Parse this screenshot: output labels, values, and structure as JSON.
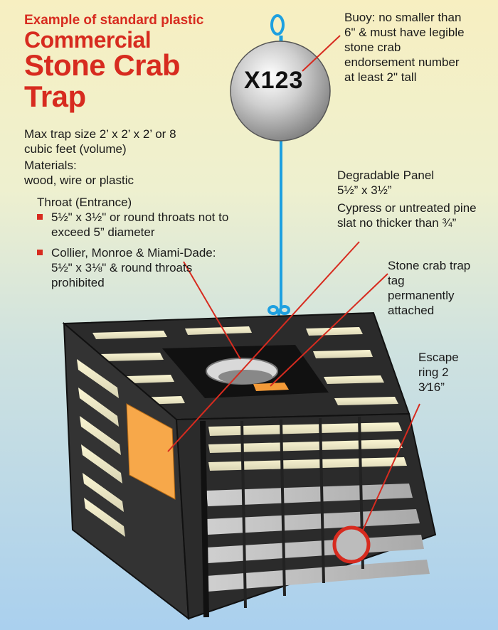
{
  "title": {
    "line1": "Example of standard plastic",
    "line2": "Commercial",
    "line3": "Stone Crab Trap"
  },
  "buoy": {
    "label": "X123",
    "note": "Buoy: no smaller than 6\" & must have legible stone crab endorsement number at least 2\" tall"
  },
  "specs": {
    "size": "Max trap size 2’ x 2’ x 2’ or 8 cubic feet (volume)",
    "materials_label": "Materials:",
    "materials": "wood, wire or plastic"
  },
  "throat": {
    "heading": "Throat (Entrance)",
    "bullet1": "5½\" x 3½\" or round throats not to exceed 5” diameter",
    "bullet2": "Collier, Monroe & Miami-Dade: 5½\" x 3⅛\" & round throats prohibited"
  },
  "panel": {
    "heading": "Degradable Panel 5½” x 3½”",
    "detail": "Cypress or untreated pine slat no thicker than ¾”"
  },
  "tag": {
    "text": "Stone crab trap tag permanently attached"
  },
  "escape": {
    "text": "Escape ring 2 3⁄16”"
  },
  "colors": {
    "accent_red": "#d72b1f",
    "trap_black": "#2b2b2b",
    "panel_orange": "#f7a84a",
    "rope_blue": "#1ea0e0"
  }
}
